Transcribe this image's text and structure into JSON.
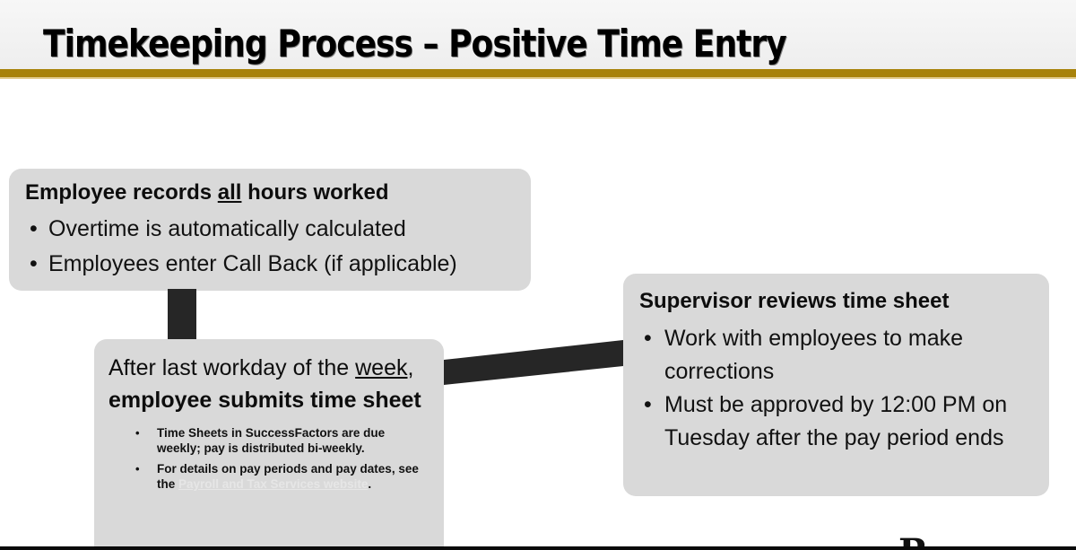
{
  "slide": {
    "title": "Timekeeping Process – Positive Time Entry",
    "accent_color": "#a8820a",
    "box_fill_color": "#d9d9d9",
    "connector_color": "#262626",
    "header_background": "#f2f2f2"
  },
  "boxes": {
    "employee_records": {
      "heading_before": "Employee records ",
      "heading_underlined": "all",
      "heading_after": " hours worked",
      "bullets": [
        "Overtime is automatically calculated",
        "Employees enter Call Back (if applicable)"
      ]
    },
    "employee_submits": {
      "heading_line1": "After last workday of the ",
      "heading_underlined": "week",
      "heading_after_underline": ", ",
      "heading_bold": "employee submits time sheet",
      "sub_bullets": [
        {
          "text": "Time Sheets in SuccessFactors are due weekly; pay is distributed bi-weekly.",
          "link": null,
          "trailing": null
        },
        {
          "text": "For details on pay periods and pay dates, see the ",
          "link": "Payroll and Tax Services website",
          "trailing": "."
        }
      ]
    },
    "supervisor_reviews": {
      "heading": "Supervisor reviews time sheet",
      "bullets": [
        "Work with employees to make corrections",
        "Must be approved by 12:00 PM on Tuesday after the pay period ends"
      ]
    }
  },
  "footer": {
    "logo_glyph": "R"
  }
}
